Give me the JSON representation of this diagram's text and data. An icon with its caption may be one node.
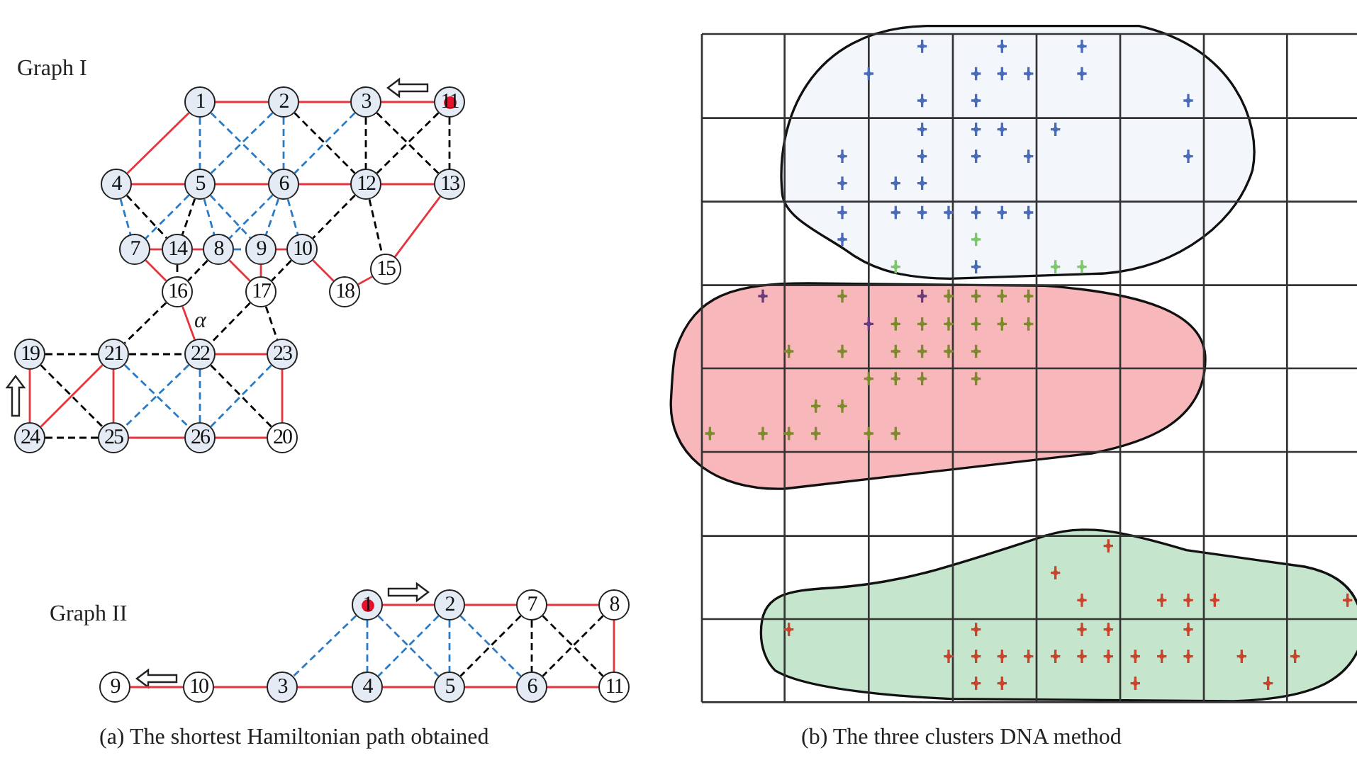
{
  "diagram": {
    "nodes": [
      {
        "text": [
          "1"
        ]
      },
      {
        "text": [
          "2"
        ]
      },
      {
        "text": [
          "3"
        ]
      },
      {
        "text": [
          "11"
        ]
      },
      {
        "text": [
          "4"
        ]
      },
      {
        "text": [
          "5"
        ]
      },
      {
        "text": [
          "6"
        ]
      },
      {
        "text": [
          "12"
        ]
      },
      {
        "text": [
          "13"
        ]
      },
      {
        "text": [
          "7"
        ]
      },
      {
        "text": [
          "14"
        ]
      },
      {
        "text": [
          "8"
        ]
      },
      {
        "text": [
          "9"
        ]
      },
      {
        "text": [
          "10"
        ]
      },
      {
        "text": [
          "15"
        ]
      },
      {
        "text": [
          "16"
        ]
      },
      {
        "text": [
          "17"
        ]
      },
      {
        "text": [
          "18"
        ]
      },
      {
        "text": [
          "19"
        ]
      },
      {
        "text": [
          "21"
        ]
      },
      {
        "text": [
          "22"
        ]
      },
      {
        "text": [
          "23"
        ]
      },
      {
        "text": [
          "24"
        ]
      },
      {
        "text": [
          "25"
        ]
      },
      {
        "text": [
          "26"
        ]
      },
      {
        "text": [
          "20"
        ]
      },
      {
        "text": [
          "1"
        ]
      },
      {
        "text": [
          "2"
        ]
      },
      {
        "text": [
          "7"
        ]
      },
      {
        "text": [
          "8"
        ]
      },
      {
        "text": [
          "9"
        ]
      },
      {
        "text": [
          "10"
        ]
      },
      {
        "text": [
          "3"
        ]
      },
      {
        "text": [
          "4"
        ]
      },
      {
        "text": [
          "5"
        ]
      },
      {
        "text": [
          "6"
        ]
      },
      {
        "text": [
          "11"
        ]
      }
    ],
    "edges": [
      {
        "from": 3,
        "to": 2,
        "arrow": "none"
      },
      {
        "from": 2,
        "to": 1,
        "arrow": "none"
      },
      {
        "from": 1,
        "to": 0,
        "arrow": "none"
      },
      {
        "from": 0,
        "to": 4,
        "arrow": "none"
      },
      {
        "from": 4,
        "to": 5,
        "arrow": "none"
      },
      {
        "from": 5,
        "to": 6,
        "arrow": "none"
      },
      {
        "from": 6,
        "to": 7,
        "arrow": "none"
      },
      {
        "from": 7,
        "to": 8,
        "arrow": "none"
      },
      {
        "from": 8,
        "to": 14,
        "arrow": "none"
      },
      {
        "from": 14,
        "to": 17,
        "arrow": "none"
      },
      {
        "from": 17,
        "to": 13,
        "arrow": "none"
      },
      {
        "from": 13,
        "to": 12,
        "arrow": "none"
      },
      {
        "from": 12,
        "to": 16,
        "arrow": "none"
      },
      {
        "from": 16,
        "to": 11,
        "arrow": "none"
      },
      {
        "from": 11,
        "to": 10,
        "arrow": "none"
      },
      {
        "from": 10,
        "to": 9,
        "arrow": "none"
      },
      {
        "from": 9,
        "to": 15,
        "arrow": "none"
      },
      {
        "from": 15,
        "to": 20,
        "arrow": "none"
      },
      {
        "from": 20,
        "to": 21,
        "arrow": "none"
      },
      {
        "from": 21,
        "to": 25,
        "arrow": "none"
      },
      {
        "from": 25,
        "to": 24,
        "arrow": "none"
      },
      {
        "from": 24,
        "to": 23,
        "arrow": "none"
      },
      {
        "from": 23,
        "to": 19,
        "arrow": "none"
      },
      {
        "from": 19,
        "to": 22,
        "arrow": "none"
      },
      {
        "from": 22,
        "to": 18,
        "arrow": "none"
      },
      {
        "from": 0,
        "to": 5,
        "arrow": "none",
        "style": "dashed",
        "color": "#2a7bc6"
      },
      {
        "from": 0,
        "to": 6,
        "arrow": "none",
        "style": "dashed",
        "color": "#2a7bc6"
      },
      {
        "from": 1,
        "to": 5,
        "arrow": "none",
        "style": "dashed",
        "color": "#2a7bc6"
      },
      {
        "from": 1,
        "to": 6,
        "arrow": "none",
        "style": "dashed",
        "color": "#2a7bc6"
      },
      {
        "from": 2,
        "to": 6,
        "arrow": "none",
        "style": "dashed",
        "color": "#2a7bc6"
      },
      {
        "from": 4,
        "to": 9,
        "arrow": "none",
        "style": "dashed",
        "color": "#2a7bc6"
      },
      {
        "from": 5,
        "to": 9,
        "arrow": "none",
        "style": "dashed",
        "color": "#2a7bc6"
      },
      {
        "from": 5,
        "to": 11,
        "arrow": "none",
        "style": "dashed",
        "color": "#2a7bc6"
      },
      {
        "from": 5,
        "to": 12,
        "arrow": "none",
        "style": "dashed",
        "color": "#2a7bc6"
      },
      {
        "from": 6,
        "to": 11,
        "arrow": "none",
        "style": "dashed",
        "color": "#2a7bc6"
      },
      {
        "from": 6,
        "to": 12,
        "arrow": "none",
        "style": "dashed",
        "color": "#2a7bc6"
      },
      {
        "from": 6,
        "to": 13,
        "arrow": "none",
        "style": "dashed",
        "color": "#2a7bc6"
      },
      {
        "from": 11,
        "to": 12,
        "arrow": "none",
        "style": "dashed",
        "color": "#2a7bc6"
      },
      {
        "from": 19,
        "to": 24,
        "arrow": "none",
        "style": "dashed",
        "color": "#2a7bc6"
      },
      {
        "from": 20,
        "to": 23,
        "arrow": "none",
        "style": "dashed",
        "color": "#2a7bc6"
      },
      {
        "from": 20,
        "to": 24,
        "arrow": "none",
        "style": "dashed",
        "color": "#2a7bc6"
      },
      {
        "from": 21,
        "to": 24,
        "arrow": "none",
        "style": "dashed",
        "color": "#2a7bc6"
      },
      {
        "from": 1,
        "to": 7,
        "arrow": "none",
        "style": "dashed",
        "color": "#000000"
      },
      {
        "from": 2,
        "to": 7,
        "arrow": "none",
        "style": "dashed",
        "color": "#000000"
      },
      {
        "from": 2,
        "to": 8,
        "arrow": "none",
        "style": "dashed",
        "color": "#000000"
      },
      {
        "from": 3,
        "to": 7,
        "arrow": "none",
        "style": "dashed",
        "color": "#000000"
      },
      {
        "from": 3,
        "to": 8,
        "arrow": "none",
        "style": "dashed",
        "color": "#000000"
      },
      {
        "from": 4,
        "to": 10,
        "arrow": "none",
        "style": "dashed",
        "color": "#000000"
      },
      {
        "from": 5,
        "to": 10,
        "arrow": "none",
        "style": "dashed",
        "color": "#000000"
      },
      {
        "from": 7,
        "to": 13,
        "arrow": "none",
        "style": "dashed",
        "color": "#000000"
      },
      {
        "from": 7,
        "to": 14,
        "arrow": "none",
        "style": "dashed",
        "color": "#000000"
      },
      {
        "from": 10,
        "to": 15,
        "arrow": "none",
        "style": "dashed",
        "color": "#000000"
      },
      {
        "from": 11,
        "to": 15,
        "arrow": "none",
        "style": "dashed",
        "color": "#000000"
      },
      {
        "from": 13,
        "to": 16,
        "arrow": "none",
        "style": "dashed",
        "color": "#000000"
      },
      {
        "from": 15,
        "to": 19,
        "arrow": "none",
        "style": "dashed",
        "color": "#000000"
      },
      {
        "from": 16,
        "to": 20,
        "arrow": "none",
        "style": "dashed",
        "color": "#000000"
      },
      {
        "from": 16,
        "to": 21,
        "arrow": "none",
        "style": "dashed",
        "color": "#000000"
      },
      {
        "from": 18,
        "to": 19,
        "arrow": "none",
        "style": "dashed",
        "color": "#000000"
      },
      {
        "from": 19,
        "to": 20,
        "arrow": "none",
        "style": "dashed",
        "color": "#000000"
      },
      {
        "from": 18,
        "to": 23,
        "arrow": "none",
        "style": "dashed",
        "color": "#000000"
      },
      {
        "from": 22,
        "to": 23,
        "arrow": "none",
        "style": "dashed",
        "color": "#000000"
      },
      {
        "from": 20,
        "to": 25,
        "arrow": "none",
        "style": "dashed",
        "color": "#000000"
      },
      {
        "from": 26,
        "to": 27,
        "arrow": "none"
      },
      {
        "from": 27,
        "to": 28,
        "arrow": "none"
      },
      {
        "from": 28,
        "to": 29,
        "arrow": "none"
      },
      {
        "from": 29,
        "to": 36,
        "arrow": "none"
      },
      {
        "from": 36,
        "to": 35,
        "arrow": "none"
      },
      {
        "from": 35,
        "to": 34,
        "arrow": "none"
      },
      {
        "from": 34,
        "to": 33,
        "arrow": "none"
      },
      {
        "from": 33,
        "to": 32,
        "arrow": "none"
      },
      {
        "from": 32,
        "to": 31,
        "arrow": "none"
      },
      {
        "from": 31,
        "to": 30,
        "arrow": "none"
      },
      {
        "from": 26,
        "to": 32,
        "arrow": "none",
        "style": "dashed",
        "color": "#2a7bc6"
      },
      {
        "from": 26,
        "to": 33,
        "arrow": "none",
        "style": "dashed",
        "color": "#2a7bc6"
      },
      {
        "from": 26,
        "to": 34,
        "arrow": "none",
        "style": "dashed",
        "color": "#2a7bc6"
      },
      {
        "from": 27,
        "to": 33,
        "arrow": "none",
        "style": "dashed",
        "color": "#2a7bc6"
      },
      {
        "from": 27,
        "to": 34,
        "arrow": "none",
        "style": "dashed",
        "color": "#2a7bc6"
      },
      {
        "from": 27,
        "to": 35,
        "arrow": "none",
        "style": "dashed",
        "color": "#2a7bc6"
      },
      {
        "from": 28,
        "to": 34,
        "arrow": "none",
        "style": "dashed",
        "color": "#000000"
      },
      {
        "from": 28,
        "to": 35,
        "arrow": "none",
        "style": "dashed",
        "color": "#000000"
      },
      {
        "from": 28,
        "to": 36,
        "arrow": "none",
        "style": "dashed",
        "color": "#000000"
      },
      {
        "from": 29,
        "to": 35,
        "arrow": "none",
        "style": "dashed",
        "color": "#000000"
      }
    ],
    "labels": [
      "Graph I",
      "α",
      "Graph II",
      "(a) The shortest Hamiltonian path obtained",
      "(b) The three clusters DNA method"
    ]
  }
}
